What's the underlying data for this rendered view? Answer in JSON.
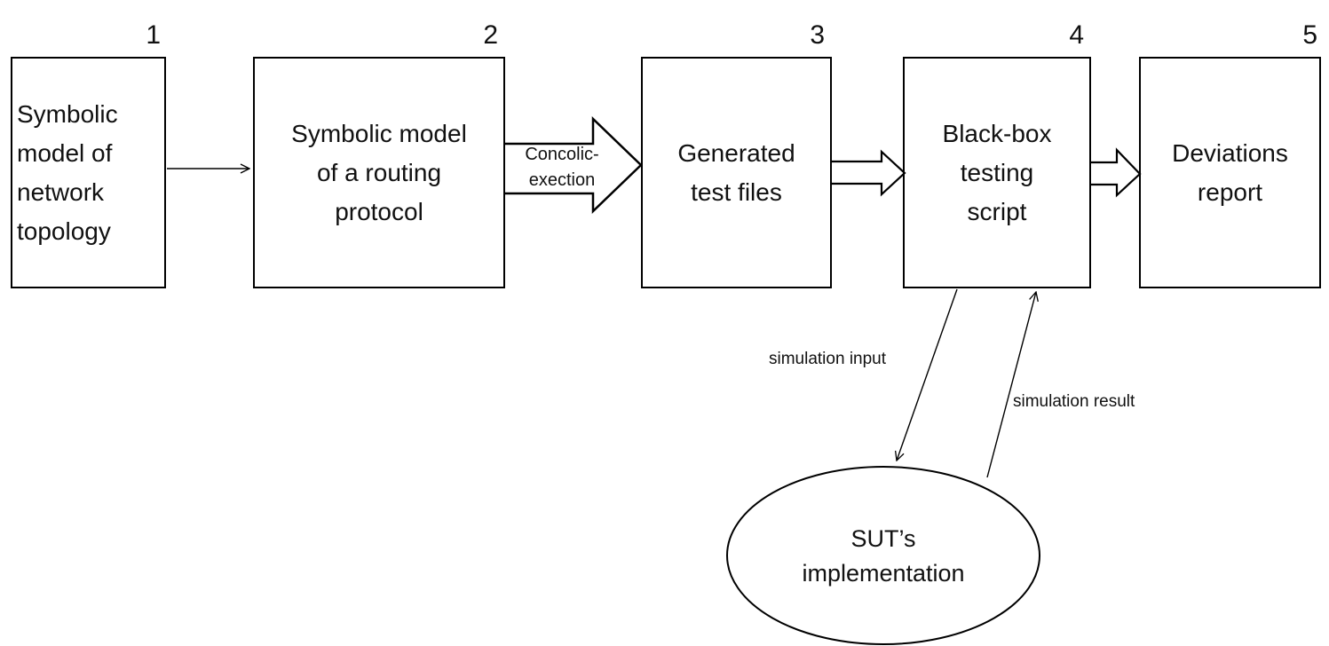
{
  "diagram": {
    "steps": [
      {
        "number": "1",
        "label": "Symbolic\nmodel of\nnetwork\ntopology"
      },
      {
        "number": "2",
        "label": "Symbolic model\nof a routing\nprotocol"
      },
      {
        "number": "3",
        "label": "Generated\ntest files"
      },
      {
        "number": "4",
        "label": "Black-box\ntesting\nscript"
      },
      {
        "number": "5",
        "label": "Deviations\nreport"
      }
    ],
    "connectors": {
      "concolic_label": "Concolic-\nexection",
      "simulation_input": "simulation input",
      "simulation_result": "simulation result"
    },
    "sut": {
      "label": "SUT’s\nimplementation"
    },
    "colors": {
      "stroke": "#000000",
      "text": "#111111",
      "background": "#ffffff"
    }
  }
}
